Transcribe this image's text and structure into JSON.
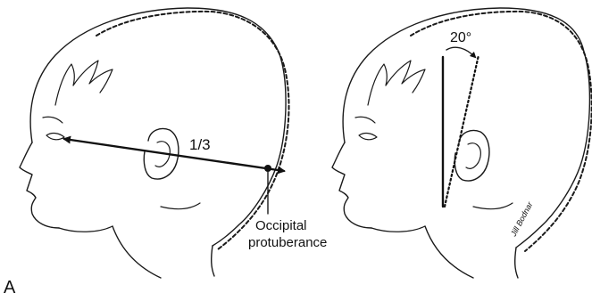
{
  "panel_letter": "A",
  "left_head": {
    "ratio_label": "1/3",
    "landmark_label_line1": "Occipital",
    "landmark_label_line2": "protuberance"
  },
  "right_head": {
    "angle_label": "20°",
    "signature_text": "Jill Bodnar"
  }
}
